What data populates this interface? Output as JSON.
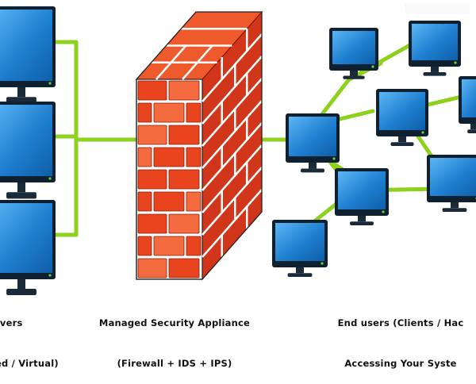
{
  "captions": {
    "servers": {
      "line1": "rvers",
      "line2": "ed / Virtual)"
    },
    "appliance": {
      "line1": "Managed Security Appliance",
      "line2": "(Firewall + IDS + IPS)"
    },
    "endusers": {
      "line1": "End users (Clients / Hac",
      "line2": "Accessing Your Syste"
    }
  },
  "colors": {
    "link": "#8ed11c",
    "brick": "#e8441d",
    "brick_light": "#f36b3f",
    "mortar": "#ffffff",
    "monitor_frame": "#0f2030",
    "screen": "#1e7fd0",
    "screen_light": "#4aa7ee",
    "power_led": "#6bd23a"
  },
  "icons": {
    "server": "monitor-icon",
    "firewall": "brick-wall-icon",
    "client": "monitor-icon"
  }
}
